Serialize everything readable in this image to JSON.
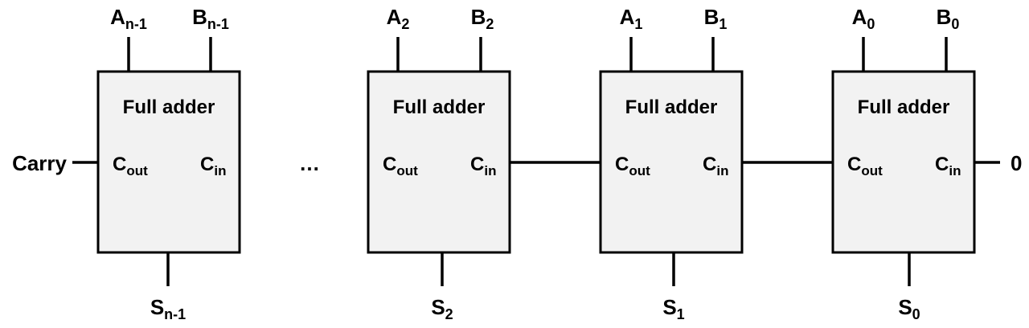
{
  "carry_label": "Carry",
  "zero_label": "0",
  "ellipsis": "…",
  "adders": [
    {
      "title": "Full adder",
      "a_main": "A",
      "a_sub": "n-1",
      "b_main": "B",
      "b_sub": "n-1",
      "s_main": "S",
      "s_sub": "n-1",
      "cout_main": "C",
      "cout_sub": "out",
      "cin_main": "C",
      "cin_sub": "in"
    },
    {
      "title": "Full adder",
      "a_main": "A",
      "a_sub": "2",
      "b_main": "B",
      "b_sub": "2",
      "s_main": "S",
      "s_sub": "2",
      "cout_main": "C",
      "cout_sub": "out",
      "cin_main": "C",
      "cin_sub": "in"
    },
    {
      "title": "Full adder",
      "a_main": "A",
      "a_sub": "1",
      "b_main": "B",
      "b_sub": "1",
      "s_main": "S",
      "s_sub": "1",
      "cout_main": "C",
      "cout_sub": "out",
      "cin_main": "C",
      "cin_sub": "in"
    },
    {
      "title": "Full adder",
      "a_main": "A",
      "a_sub": "0",
      "b_main": "B",
      "b_sub": "0",
      "s_main": "S",
      "s_sub": "0",
      "cout_main": "C",
      "cout_sub": "out",
      "cin_main": "C",
      "cin_sub": "in"
    }
  ]
}
